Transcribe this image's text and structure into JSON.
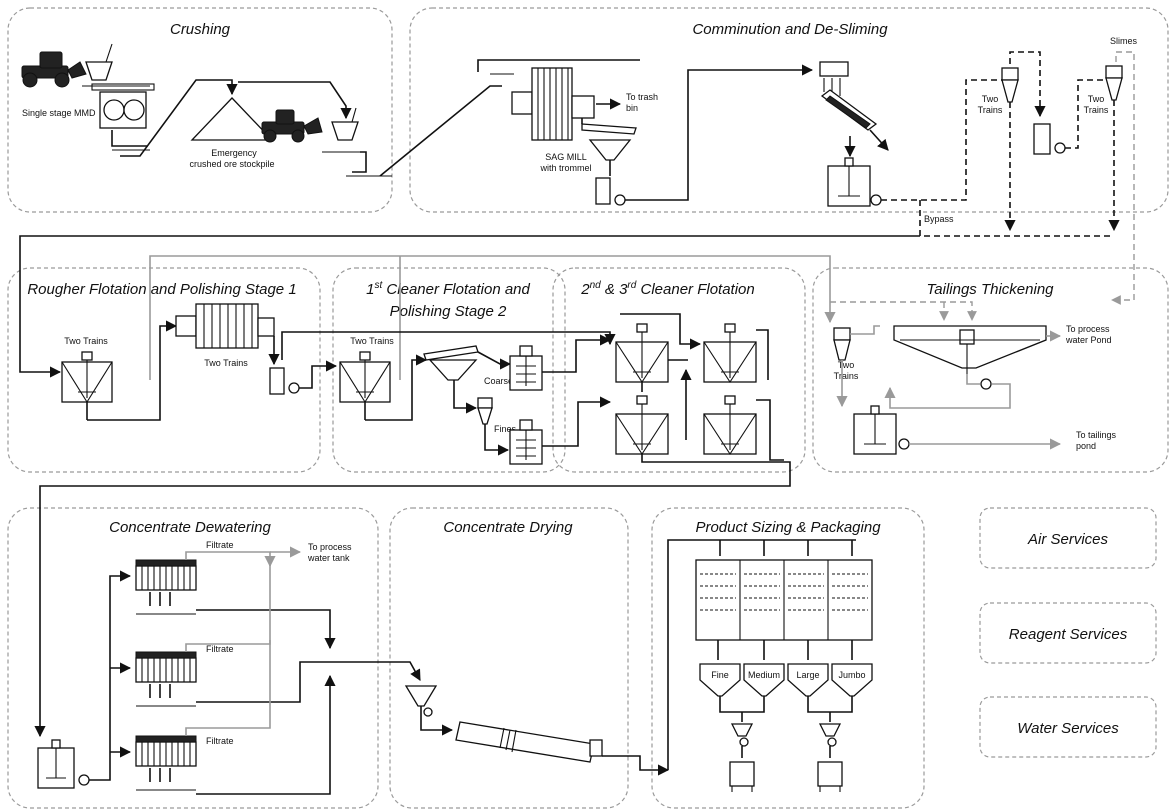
{
  "areas": {
    "crushing": "Crushing",
    "comminution": "Comminution and De-Sliming",
    "rougher": "Rougher Flotation and Polishing Stage 1",
    "cleaner1_line1_pre": "1",
    "cleaner1_line1_sup": "st",
    "cleaner1_line1_post": " Cleaner Flotation and",
    "cleaner1_line2": "Polishing Stage 2",
    "cleaner23_a": "2",
    "cleaner23_a_sup": "nd",
    "cleaner23_b": " & 3",
    "cleaner23_b_sup": "rd",
    "cleaner23_c": " Cleaner Flotation",
    "tailings": "Tailings Thickening",
    "dewatering": "Concentrate Dewatering",
    "drying": "Concentrate Drying",
    "packaging": "Product Sizing & Packaging"
  },
  "services": {
    "air": "Air Services",
    "reagent": "Reagent Services",
    "water": "Water Services"
  },
  "labels": {
    "single_stage_mmd": "Single stage MMD",
    "emergency_1": "Emergency",
    "emergency_2": "crushed ore stockpile",
    "sag_1": "SAG MILL",
    "sag_2": "with trommel",
    "trash_1": "To trash",
    "trash_2": "bin",
    "two_trains": "Two",
    "trains": "Trains",
    "slimes": "Slimes",
    "bypass": "Bypass",
    "two_trains_rougher": "Two Trains",
    "two_trains_mill": "Two Trains",
    "two_trains_cleaner": "Two Trains",
    "coarse": "Coarse",
    "fines": "Fines",
    "tt_two": "Two",
    "tt_trains": "Trains",
    "process_water_pond_1": "To process",
    "process_water_pond_2": "water  Pond",
    "tailings_pond_1": "To tailings",
    "tailings_pond_2": "pond",
    "filtrate": "Filtrate",
    "process_water_tank_1": "To process",
    "process_water_tank_2": "water tank",
    "fine": "Fine",
    "medium": "Medium",
    "large": "Large",
    "jumbo": "Jumbo"
  }
}
